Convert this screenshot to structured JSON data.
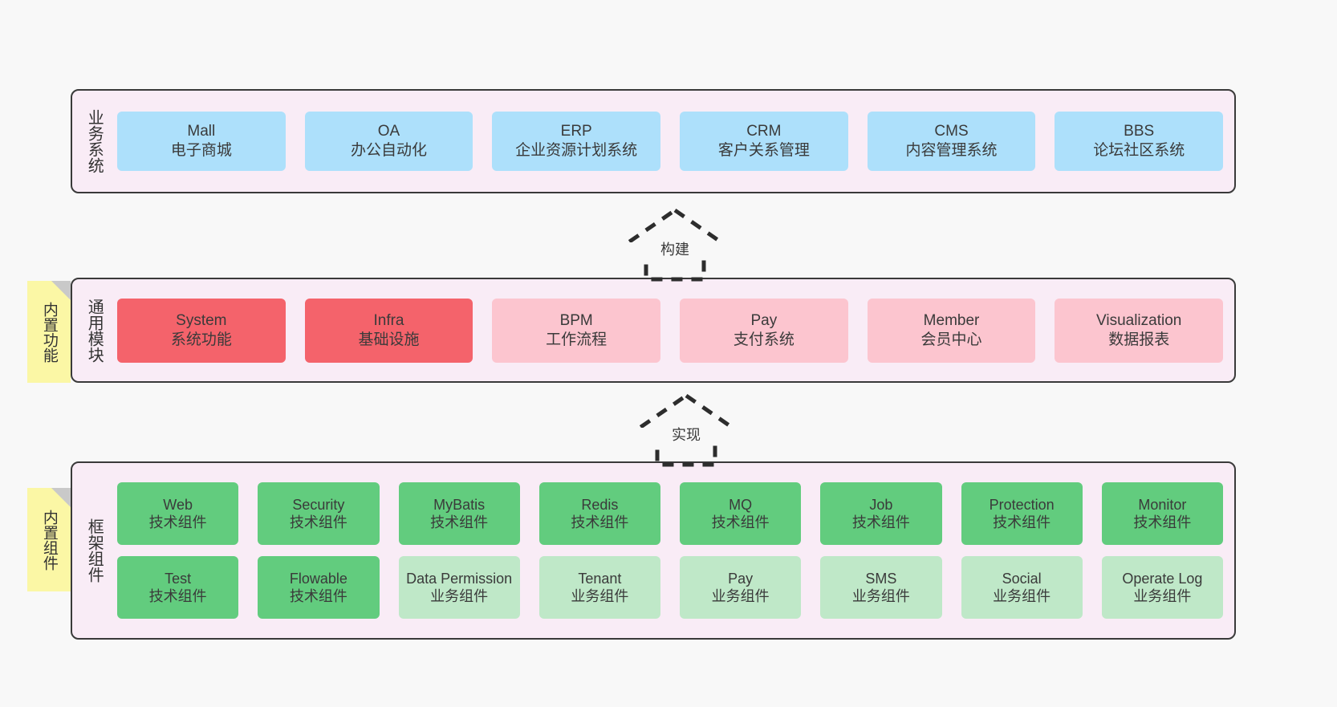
{
  "layers": [
    {
      "id": "business",
      "title": "业务系统",
      "rows": [
        [
          {
            "en": "Mall",
            "cn": "电子商城",
            "color": "#ade0fb"
          },
          {
            "en": "OA",
            "cn": "办公自动化",
            "color": "#ade0fb"
          },
          {
            "en": "ERP",
            "cn": "企业资源计划系统",
            "color": "#ade0fb"
          },
          {
            "en": "CRM",
            "cn": "客户关系管理",
            "color": "#ade0fb"
          },
          {
            "en": "CMS",
            "cn": "内容管理系统",
            "color": "#ade0fb"
          },
          {
            "en": "BBS",
            "cn": "论坛社区系统",
            "color": "#ade0fb"
          }
        ]
      ]
    },
    {
      "id": "modules",
      "title": "通用模块",
      "rows": [
        [
          {
            "en": "System",
            "cn": "系统功能",
            "color": "#f4636b"
          },
          {
            "en": "Infra",
            "cn": "基础设施",
            "color": "#f4636b"
          },
          {
            "en": "BPM",
            "cn": "工作流程",
            "color": "#fcc5cf"
          },
          {
            "en": "Pay",
            "cn": "支付系统",
            "color": "#fcc5cf"
          },
          {
            "en": "Member",
            "cn": "会员中心",
            "color": "#fcc5cf"
          },
          {
            "en": "Visualization",
            "cn": "数据报表",
            "color": "#fcc5cf"
          }
        ]
      ]
    },
    {
      "id": "framework",
      "title": "框架组件",
      "rows": [
        [
          {
            "en": "Web",
            "cn": "技术组件",
            "color": "#62cc7e"
          },
          {
            "en": "Security",
            "cn": "技术组件",
            "color": "#62cc7e"
          },
          {
            "en": "MyBatis",
            "cn": "技术组件",
            "color": "#62cc7e"
          },
          {
            "en": "Redis",
            "cn": "技术组件",
            "color": "#62cc7e"
          },
          {
            "en": "MQ",
            "cn": "技术组件",
            "color": "#62cc7e"
          },
          {
            "en": "Job",
            "cn": "技术组件",
            "color": "#62cc7e"
          },
          {
            "en": "Protection",
            "cn": "技术组件",
            "color": "#62cc7e"
          },
          {
            "en": "Monitor",
            "cn": "技术组件",
            "color": "#62cc7e"
          }
        ],
        [
          {
            "en": "Test",
            "cn": "技术组件",
            "color": "#62cc7e"
          },
          {
            "en": "Flowable",
            "cn": "技术组件",
            "color": "#62cc7e"
          },
          {
            "en": "Data Permission",
            "cn": "业务组件",
            "color": "#bfe8c8"
          },
          {
            "en": "Tenant",
            "cn": "业务组件",
            "color": "#bfe8c8"
          },
          {
            "en": "Pay",
            "cn": "业务组件",
            "color": "#bfe8c8"
          },
          {
            "en": "SMS",
            "cn": "业务组件",
            "color": "#bfe8c8"
          },
          {
            "en": "Social",
            "cn": "业务组件",
            "color": "#bfe8c8"
          },
          {
            "en": "Operate Log",
            "cn": "业务组件",
            "color": "#bfe8c8"
          }
        ]
      ]
    }
  ],
  "sticky_notes": [
    {
      "id": "modules",
      "label": "内置功能"
    },
    {
      "id": "framework",
      "label": "内置组件"
    }
  ],
  "arrows": [
    {
      "id": "build",
      "label": "构建"
    },
    {
      "id": "realize",
      "label": "实现"
    }
  ],
  "colors": {
    "canvas": "#f8f8f8",
    "panel_fill": "#f9ecf6",
    "panel_border": "#3a3a3a",
    "sticky_fill": "#fbf7a5",
    "sticky_fold": "#c9c9c9",
    "business_card": "#ade0fb",
    "module_core": "#f4636b",
    "module_optional": "#fcc5cf",
    "framework_tech": "#62cc7e",
    "framework_biz": "#bfe8c8",
    "text": "#333333"
  }
}
